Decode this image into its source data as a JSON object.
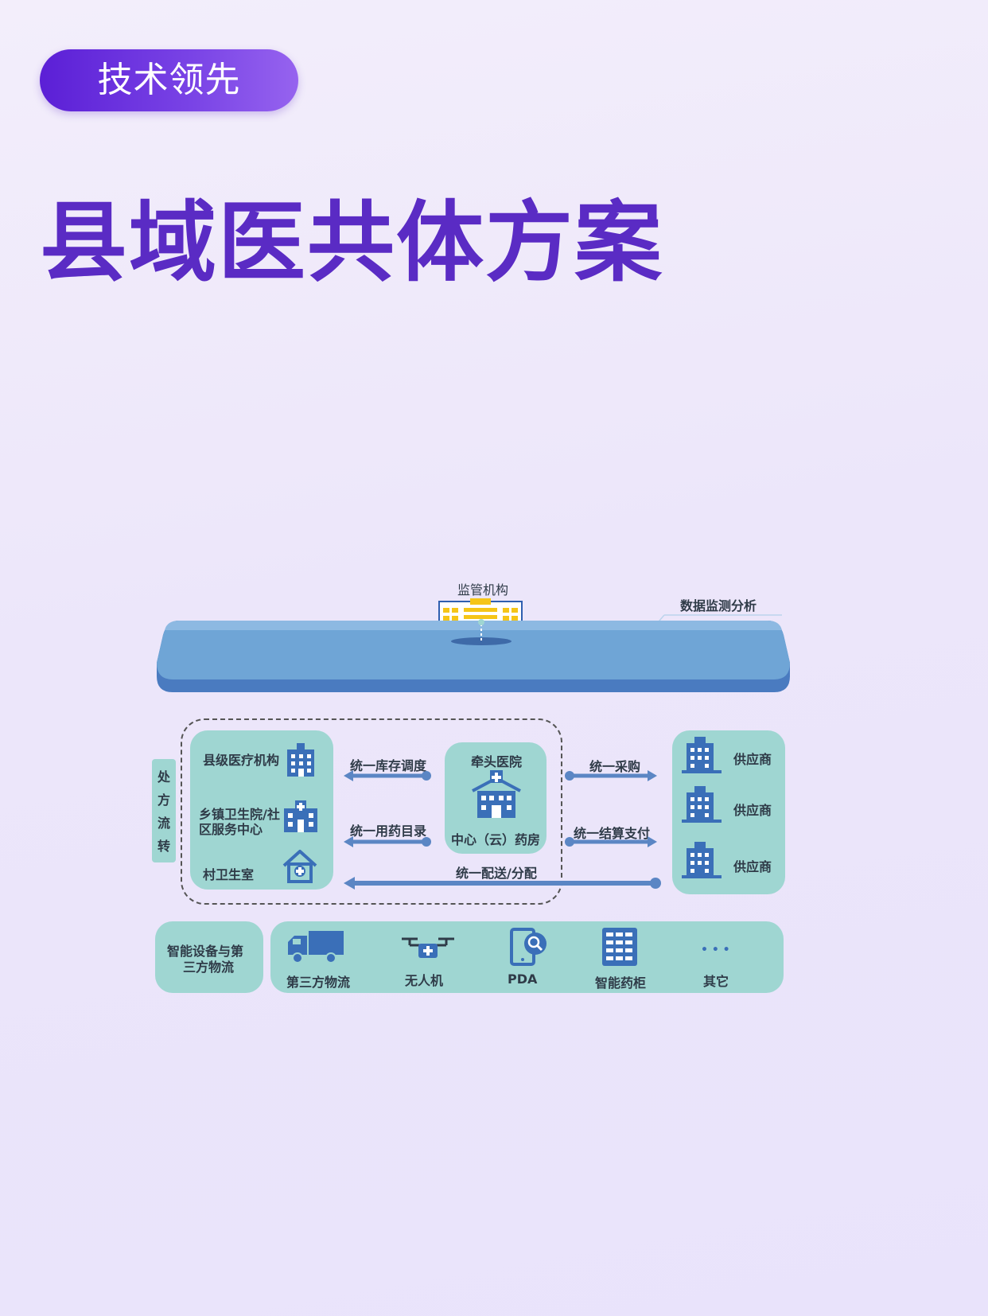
{
  "tag": {
    "label": "技术领先"
  },
  "title": "县域医共体方案",
  "diagram": {
    "regulator": "监管机构",
    "monitor": "数据监测分析",
    "side_label": [
      "处",
      "方",
      "流",
      "转"
    ],
    "left_group": {
      "county": "县级医疗机构",
      "township": "乡镇卫生院/社",
      "township_2": "区服务中心",
      "village": "村卫生室"
    },
    "center": {
      "top": "牵头医院",
      "bottom": "中心（云）药房"
    },
    "arrows_left": {
      "inventory": "统一库存调度",
      "catalog": "统一用药目录"
    },
    "arrows_right": {
      "purchase": "统一采购",
      "settlement": "统一结算支付"
    },
    "distribution": "统一配送/分配",
    "suppliers": [
      "供应商",
      "供应商",
      "供应商"
    ],
    "bottom_title_1": "智能设备与第",
    "bottom_title_2": "三方物流",
    "devices": [
      "第三方物流",
      "无人机",
      "PDA",
      "智能药柜",
      "其它"
    ],
    "ellipsis": "• • •"
  },
  "colors": {
    "purple": "#5a2bc4",
    "teal": "#9fd6d2",
    "blue": "#4f82c4",
    "platform": "#6fa5d6"
  }
}
